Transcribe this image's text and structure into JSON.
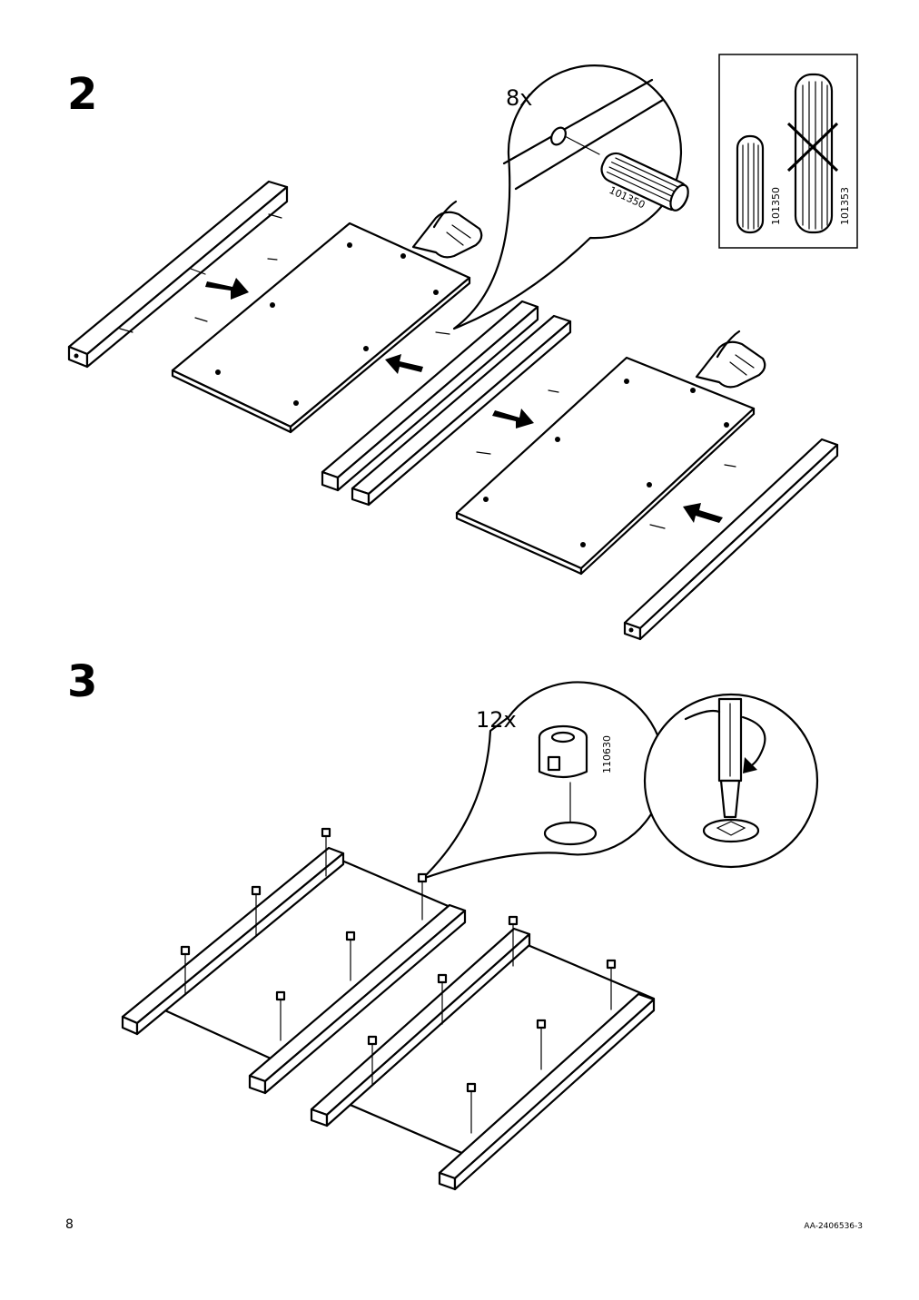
{
  "steps": [
    {
      "number": "2",
      "quantity": "8x",
      "part_code": "101350"
    },
    {
      "number": "3",
      "quantity": "12x",
      "part_code": "110630"
    }
  ],
  "dowel_check": {
    "correct_part": "101350",
    "wrong_part": "101353"
  },
  "footer": {
    "page_number": "8",
    "document_code": "AA-2406536-3"
  },
  "icons": [
    "press-hand-icon",
    "arrow-icon",
    "screwdriver-icon",
    "rotate-icon",
    "cross-out-icon"
  ]
}
